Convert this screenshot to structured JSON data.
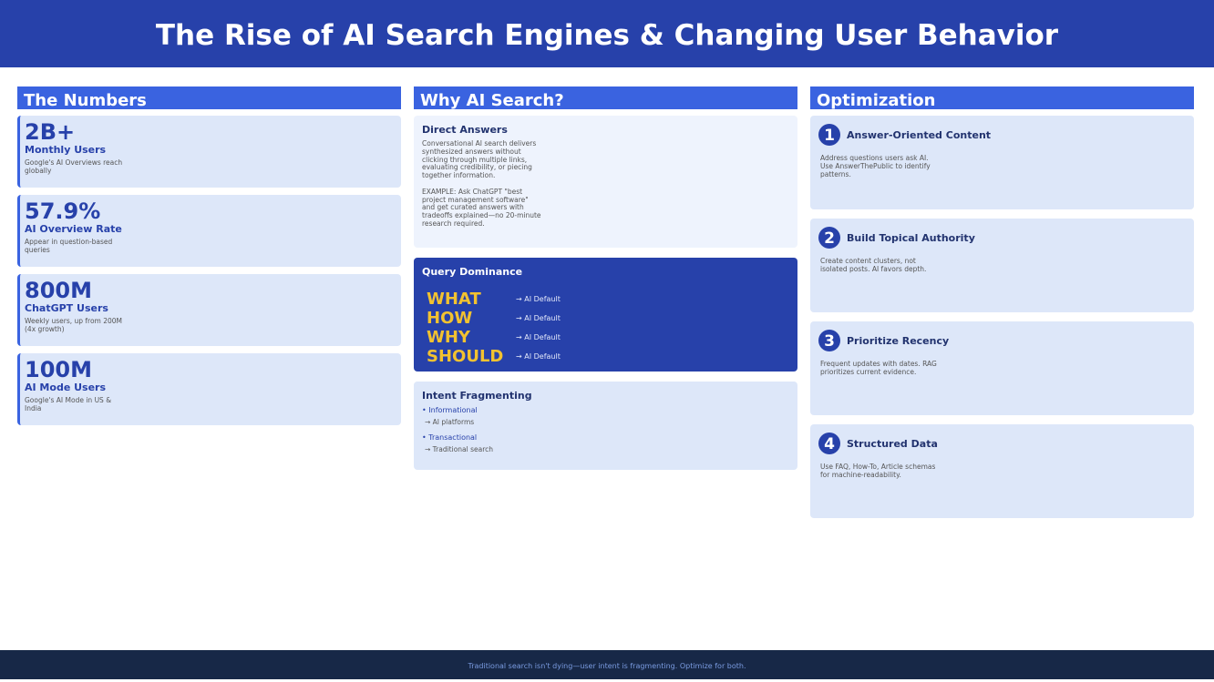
{
  "title": "The Rise of AI Search Engines & Changing User Behavior",
  "numbers": {
    "heading": "The Numbers",
    "stats": [
      {
        "value": "2B+",
        "label": "Monthly Users",
        "desc": "Google's AI Overviews reach\nglobally"
      },
      {
        "value": "57.9%",
        "label": "AI Overview Rate",
        "desc": "Appear in question-based\nqueries"
      },
      {
        "value": "800M",
        "label": "ChatGPT Users",
        "desc": "Weekly users, up from 200M\n(4x growth)"
      },
      {
        "value": "100M",
        "label": "AI Mode Users",
        "desc": "Google's AI Mode in US &\nIndia"
      }
    ]
  },
  "why": {
    "heading": "Why AI Search?",
    "direct": {
      "title": "Direct Answers",
      "body": "Conversational AI search delivers\nsynthesized answers without\nclicking through multiple links,\nevaluating credibility, or piecing\ntogether information.\n\nEXAMPLE: Ask ChatGPT \"best\nproject management software\"\nand get curated answers with\ntradeoffs explained—no 20-minute\nresearch required."
    },
    "query": {
      "title": "Query Dominance",
      "rows": [
        {
          "word": "WHAT",
          "result": "→ AI Default"
        },
        {
          "word": "HOW",
          "result": "→ AI Default"
        },
        {
          "word": "WHY",
          "result": "→ AI Default"
        },
        {
          "word": "SHOULD",
          "result": "→ AI Default"
        }
      ]
    },
    "intent": {
      "title": "Intent Fragmenting",
      "items": [
        {
          "type": "• Informational",
          "dest": "→ AI platforms"
        },
        {
          "type": "• Transactional",
          "dest": "→ Traditional search"
        }
      ]
    }
  },
  "optimization": {
    "heading": "Optimization",
    "items": [
      {
        "num": "1",
        "title": "Answer-Oriented Content",
        "body": "Address questions users ask AI.\nUse AnswerThePublic to identify\npatterns."
      },
      {
        "num": "2",
        "title": "Build Topical Authority",
        "body": "Create content clusters, not\nisolated posts. AI favors depth."
      },
      {
        "num": "3",
        "title": "Prioritize Recency",
        "body": "Frequent updates with dates. RAG\nprioritizes current evidence."
      },
      {
        "num": "4",
        "title": "Structured Data",
        "body": "Use FAQ, How-To, Article schemas\nfor machine-readability."
      }
    ]
  },
  "footer": "Traditional search isn't dying—user intent is fragmenting. Optimize for both.",
  "colors": {
    "header": "#2741AA",
    "section": "#3A63E0",
    "card": "#DDE7F9",
    "accent_yellow": "#F2C230",
    "footer": "#172847"
  }
}
